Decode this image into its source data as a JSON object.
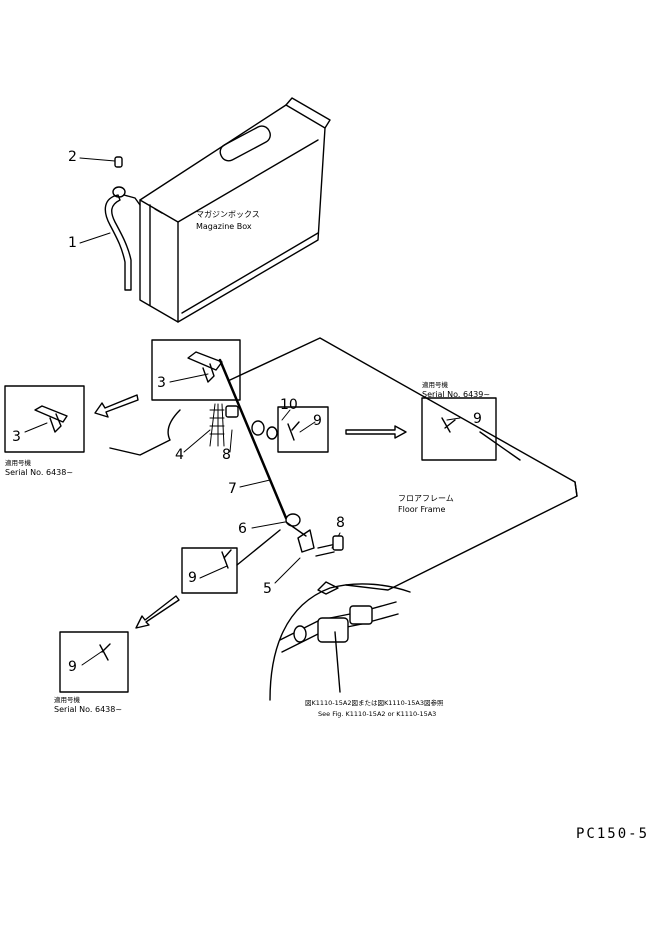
{
  "callouts": {
    "c1": "1",
    "c2": "2",
    "c3_main": "3",
    "c3_detail": "3",
    "c4": "4",
    "c5": "5",
    "c6": "6",
    "c7": "7",
    "c8_upper": "8",
    "c8_lower": "8",
    "c9_upper_inset": "9",
    "c9_right_detail": "9",
    "c9_lower_inset": "9",
    "c9_lower_detail": "9",
    "c10": "10"
  },
  "labels": {
    "magazine_box_jp": "マガジンボックス",
    "magazine_box_en": "Magazine Box",
    "floor_frame_jp": "フロアフレーム",
    "floor_frame_en": "Floor Frame",
    "serial_left_jp": "適用号機",
    "serial_left": "Serial No. 6438~",
    "serial_right_jp": "適用号機",
    "serial_right": "Serial No. 6439~",
    "serial_bottom_jp": "適用号機",
    "serial_bottom": "Serial No. 6438~",
    "see_fig_jp": "図K1110-15A2図または図K1110-15A3図参照",
    "see_fig_en": "See Fig. K1110-15A2 or K1110-15A3",
    "model": "PC150-5"
  }
}
